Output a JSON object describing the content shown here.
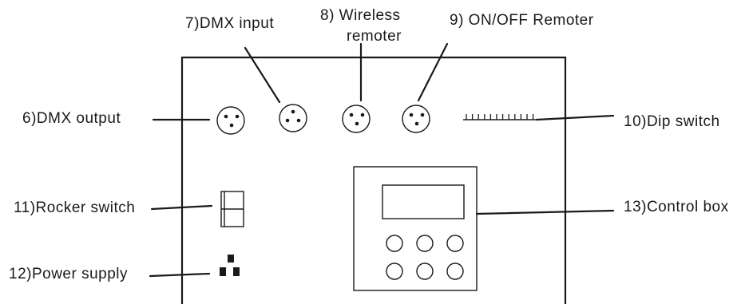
{
  "labels": {
    "dmx_output": "6)DMX output",
    "dmx_input": "7)DMX input",
    "wireless_remoter_line1": "8) Wireless",
    "wireless_remoter_line2": "remoter",
    "onoff_remoter": "9) ON/OFF Remoter",
    "dip_switch": "10)Dip switch",
    "rocker_switch": "11)Rocker switch",
    "power_supply": "12)Power supply",
    "control_box": "13)Control box"
  },
  "colors": {
    "ink": "#1a1a1a",
    "background": "#ffffff"
  },
  "icons": [
    "xlr-connector-icon",
    "dip-switch-icon",
    "rocker-switch-icon",
    "power-socket-icon",
    "control-box-icon"
  ]
}
